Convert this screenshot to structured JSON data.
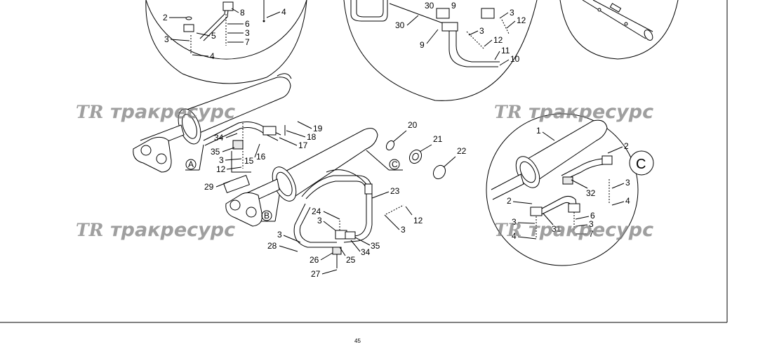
{
  "watermark": {
    "logo": "ТR",
    "text": "тракресурс"
  },
  "page_number": "45",
  "detail_views": {
    "A": "A",
    "B": "B",
    "C": "C",
    "C_big": "C"
  },
  "callouts_main": {
    "c19": "19",
    "c18": "18",
    "c17": "17",
    "c34a": "34",
    "c35a": "35",
    "c16": "16",
    "c3a": "3",
    "c15": "15",
    "c12a": "12",
    "c29": "29",
    "c20": "20",
    "c21": "21",
    "c22": "22",
    "c23": "23",
    "c24": "24",
    "c3b": "3",
    "c3c": "3",
    "c12b": "12",
    "c3d": "3",
    "c28": "28",
    "c26": "26",
    "c25": "25",
    "c34b": "34",
    "c35b": "35",
    "c27": "27"
  },
  "callouts_left_circle": {
    "c2": "2",
    "c8": "8",
    "c4a": "4",
    "c6": "6",
    "c3a": "3",
    "c5": "5",
    "c3b": "3",
    "c7": "7",
    "c4b": "4"
  },
  "callouts_mid_circle": {
    "c30a": "30",
    "c9a": "9",
    "c30b": "30",
    "c9b": "9",
    "c3": "3",
    "c12a": "12",
    "c3b": "3",
    "c12b": "12",
    "c11": "11",
    "c10": "10"
  },
  "callouts_right_circle": {
    "c1": "1",
    "c2a": "2",
    "c32": "32",
    "c3a": "3",
    "c2b": "2",
    "c4a": "4",
    "c6": "6",
    "c3b": "3",
    "c31": "31",
    "c3c": "3",
    "c7": "7",
    "c4b": "4"
  }
}
